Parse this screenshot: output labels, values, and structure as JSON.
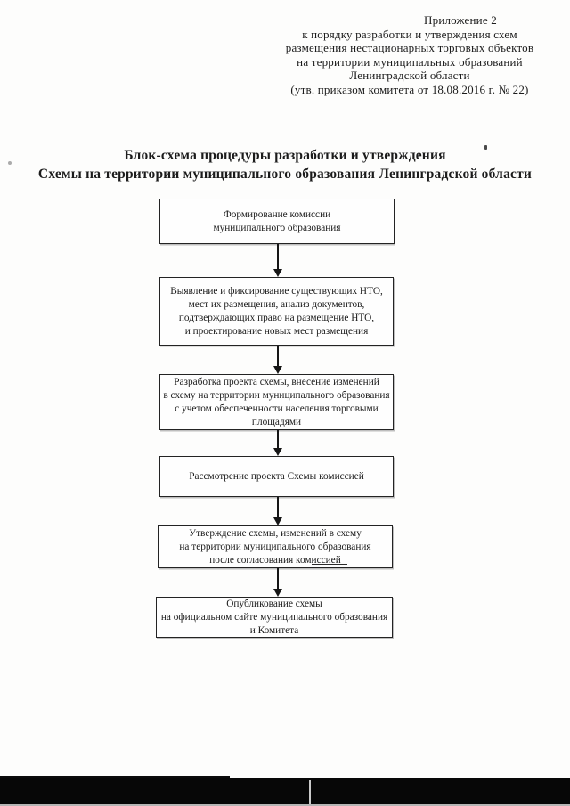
{
  "header": {
    "lines": [
      "Приложение 2",
      "к порядку разработки и утверждения схем",
      "размещения нестационарных торговых объектов",
      "на территории муниципальных образований",
      "Ленинградской области",
      "(утв. приказом комитета от 18.08.2016 г. № 22)"
    ]
  },
  "title": {
    "lines": [
      "Блок-схема процедуры разработки и утверждения",
      "Схемы на территории муниципального образования Ленинградской области"
    ]
  },
  "flowchart": {
    "steps": [
      {
        "text": "Формирование комиссии\nмуниципального образования"
      },
      {
        "text": "Выявление и фиксирование существующих НТО,\nмест их размещения, анализ документов,\nподтверждающих право на размещение НТО,\nи проектирование новых мест размещения"
      },
      {
        "text": "Разработка проекта схемы, внесение изменений\nв схему на территории муниципального образования\nс учетом обеспеченности населения торговыми\nплощадями"
      },
      {
        "text": "Рассмотрение проекта Схемы комиссией"
      },
      {
        "text": "Утверждение схемы, изменений в схему\nна территории муниципального образования\nпосле согласования комиссией"
      },
      {
        "text": "Опубликование схемы\nна официальном сайте муниципального образования\nи Комитета"
      }
    ]
  },
  "colors": {
    "ink": "#1b1b1b",
    "box_border": "#232323",
    "scan_bar": "#070707",
    "scan_divider": "#cacaca"
  }
}
